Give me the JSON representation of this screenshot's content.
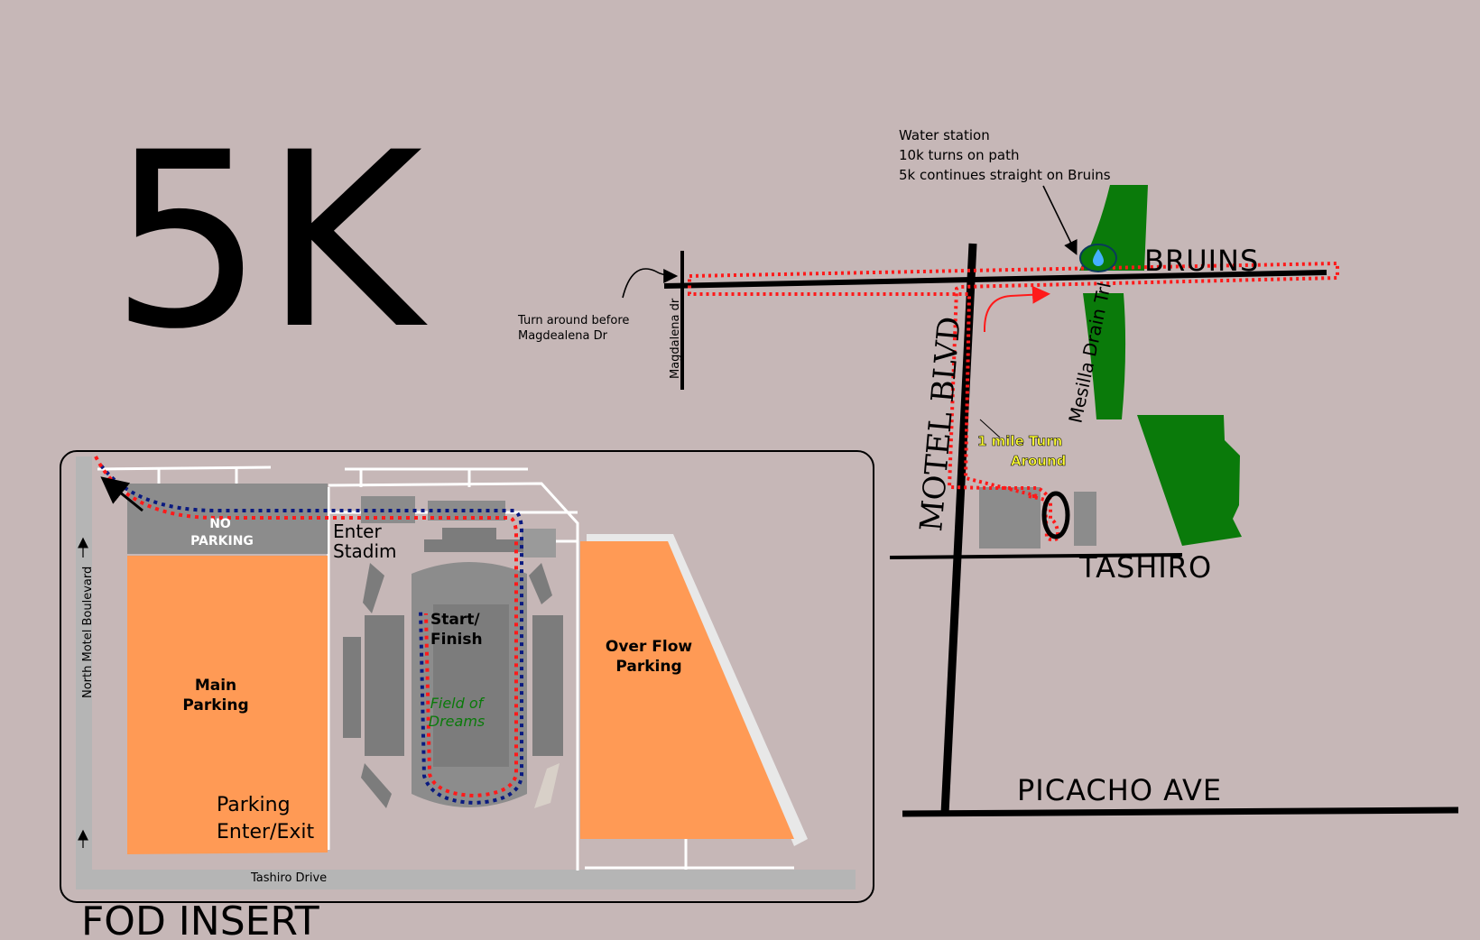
{
  "title": "5K",
  "streets": {
    "bruins": "BRUINS",
    "motel_blvd": "MOTEL BLVD",
    "tashiro": "TASHIRO",
    "picacho": "PICACHO AVE",
    "magdalena": "Magdalena dr",
    "mesilla": "Mesilla Drain Trl"
  },
  "annotations": {
    "water_station": [
      "Water station",
      "10k turns on path",
      "5k continues straight on Bruins"
    ],
    "turnaround_magdalena": [
      "Turn around before",
      "Magdealena Dr"
    ],
    "mile_turnaround": [
      "1 mile Turn",
      "Around"
    ]
  },
  "insert": {
    "title": "FOD INSERT",
    "no_parking": [
      "NO",
      "PARKING"
    ],
    "enter_stadium": [
      "Enter",
      "Stadim"
    ],
    "start_finish": [
      "Start/",
      "Finish"
    ],
    "field": [
      "Field of",
      "Dreams"
    ],
    "main_parking": [
      "Main",
      "Parking"
    ],
    "overflow_parking": [
      "Over Flow",
      "Parking"
    ],
    "parking_enter_exit": [
      "Parking",
      "Enter/Exit"
    ],
    "north_motel": "North Motel Boulevard",
    "tashiro_drive": "Tashiro Drive"
  },
  "colors": {
    "background": "#c6b7b7",
    "road": "#000000",
    "route_red": "#ff1a1a",
    "route_blue": "#0a1a80",
    "greenery": "#0a7a0a",
    "parking": "#ff9a55",
    "building": "#7c7c7c",
    "label_highlight": "#ffff33"
  },
  "icons": {
    "water_station": "water-drop-icon",
    "direction_arrow": "arrow-icon"
  }
}
